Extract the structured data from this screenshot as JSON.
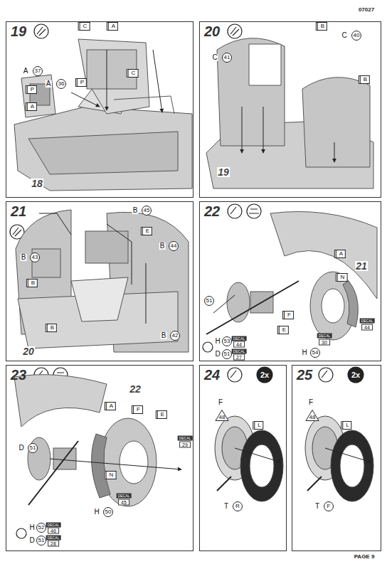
{
  "diagram": {
    "nodes": [
      {
        "text": [
          "19"
        ]
      },
      {
        "text": [
          "20"
        ]
      },
      {
        "text": [
          "21"
        ]
      },
      {
        "text": [
          "22"
        ]
      },
      {
        "text": [
          "23"
        ]
      },
      {
        "text": [
          "24"
        ]
      },
      {
        "text": [
          "25"
        ]
      }
    ],
    "labels": [
      "07027",
      "C",
      "A",
      "A",
      "37",
      "A",
      "36",
      "P",
      "C",
      "P",
      "A",
      "18",
      "B",
      "C",
      "40",
      "C",
      "41",
      "B",
      "19",
      "B",
      "45",
      "E",
      "B",
      "44",
      "B",
      "43",
      "B",
      "B",
      "20",
      "B",
      "42",
      "A",
      "21",
      "N",
      "DECAL",
      "44",
      "51",
      "F",
      "E",
      "DECAL",
      "30",
      "H",
      "54",
      "H",
      "53",
      "DECAL",
      "44",
      "D",
      "51",
      "DECAL",
      "27",
      "22",
      "A",
      "F",
      "E",
      "DECAL",
      "29",
      "D",
      "51",
      "N",
      "DECAL",
      "45",
      "H",
      "50",
      "H",
      "52",
      "DECAL",
      "46",
      "D",
      "51",
      "DECAL",
      "28",
      "2x",
      "F",
      "48",
      "L",
      "T",
      "R",
      "2x",
      "F",
      "48",
      "L",
      "T",
      "F",
      "PAGE 9"
    ]
  }
}
